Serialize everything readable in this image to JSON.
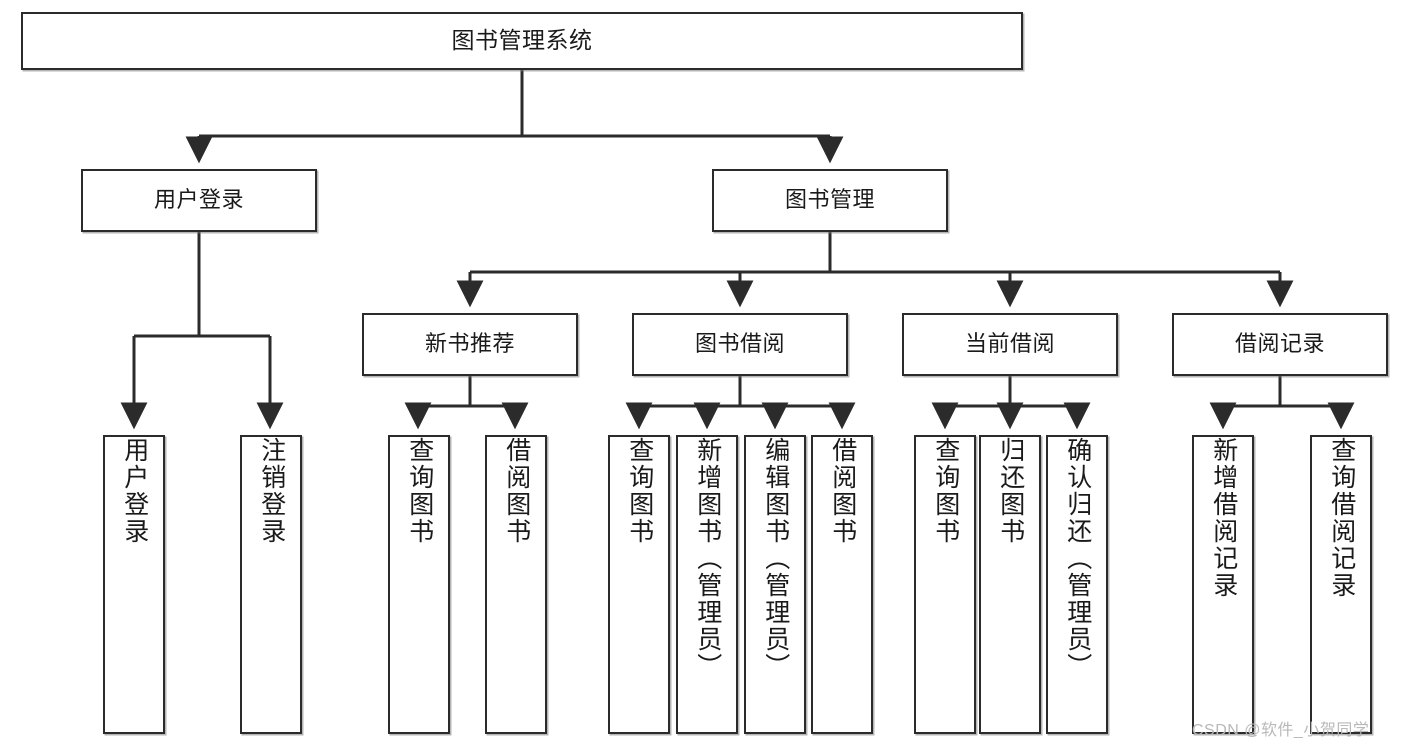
{
  "diagram": {
    "title": "图书管理系统",
    "type": "tree",
    "watermark": "CSDN @软件_小贺同学",
    "colors": {
      "box_border": "#2b2b2b",
      "box_fill": "#ffffff",
      "connector": "#2b2b2b",
      "text": "#1a1a1a",
      "watermark": "#b9b9b9",
      "background": "#ffffff"
    },
    "nodes": {
      "root": {
        "label": "图书管理系统"
      },
      "level1": [
        {
          "id": "user-login",
          "label": "用户登录"
        },
        {
          "id": "book-manage",
          "label": "图书管理"
        }
      ],
      "level2": [
        {
          "id": "new-book-recommend",
          "label": "新书推荐"
        },
        {
          "id": "book-borrow",
          "label": "图书借阅"
        },
        {
          "id": "current-borrow",
          "label": "当前借阅"
        },
        {
          "id": "borrow-record",
          "label": "借阅记录"
        }
      ],
      "leaves": {
        "user-login": [
          {
            "id": "leaf-user-login",
            "label": "用户登录"
          },
          {
            "id": "leaf-logout-login",
            "label": "注销登录"
          }
        ],
        "new-book-recommend": [
          {
            "id": "leaf-query-book-1",
            "label": "查询图书"
          },
          {
            "id": "leaf-borrow-book-1",
            "label": "借阅图书"
          }
        ],
        "book-borrow": [
          {
            "id": "leaf-query-book-2",
            "label": "查询图书"
          },
          {
            "id": "leaf-add-book",
            "label": "新增图书（管理员）"
          },
          {
            "id": "leaf-edit-book",
            "label": "编辑图书（管理员）"
          },
          {
            "id": "leaf-borrow-book-2",
            "label": "借阅图书"
          }
        ],
        "current-borrow": [
          {
            "id": "leaf-query-book-3",
            "label": "查询图书"
          },
          {
            "id": "leaf-return-book",
            "label": "归还图书"
          },
          {
            "id": "leaf-confirm-return",
            "label": "确认归还（管理员）"
          }
        ],
        "borrow-record": [
          {
            "id": "leaf-add-record",
            "label": "新增借阅记录"
          },
          {
            "id": "leaf-query-record",
            "label": "查询借阅记录"
          }
        ]
      }
    }
  }
}
